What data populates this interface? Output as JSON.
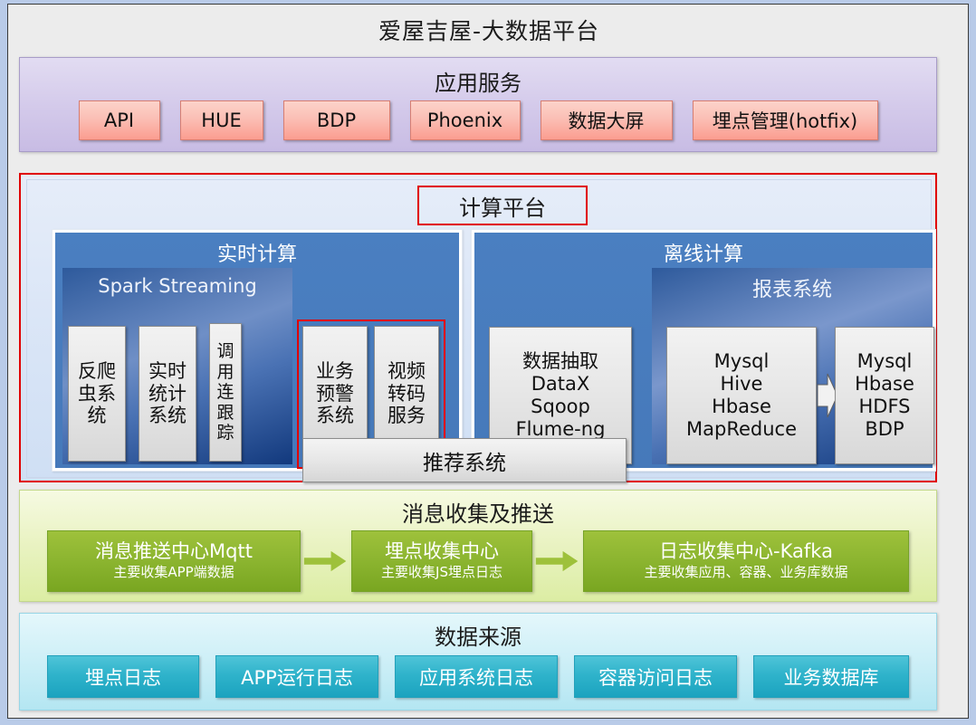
{
  "page": {
    "title": "爱屋吉屋-大数据平台"
  },
  "app_services": {
    "title": "应用服务",
    "items": [
      {
        "label": "API"
      },
      {
        "label": "HUE"
      },
      {
        "label": "BDP"
      },
      {
        "label": "Phoenix"
      },
      {
        "label": "数据大屏"
      },
      {
        "label": "埋点管理(hotfix)"
      }
    ]
  },
  "compute_platform": {
    "title": "计算平台",
    "realtime": {
      "heading": "实时计算",
      "spark_label": "Spark Streaming",
      "cards": [
        {
          "lines": [
            "反爬",
            "虫系",
            "统"
          ]
        },
        {
          "lines": [
            "实时",
            "统计",
            "系统"
          ]
        },
        {
          "lines": [
            "调",
            "用",
            "连",
            "跟",
            "踪"
          ]
        },
        {
          "lines": [
            "业务",
            "预警",
            "系统"
          ]
        },
        {
          "lines": [
            "视频",
            "转码",
            "服务"
          ]
        }
      ],
      "recommend_label": "推荐系统"
    },
    "offline": {
      "heading": "离线计算",
      "report_label": "报表系统",
      "cards": [
        {
          "lines": [
            "数据抽取",
            "DataX",
            "Sqoop",
            "Flume-ng"
          ]
        },
        {
          "lines": [
            "Mysql",
            "Hive",
            "Hbase",
            "MapReduce"
          ]
        },
        {
          "lines": [
            "Mysql",
            "Hbase",
            "HDFS",
            "BDP"
          ]
        }
      ]
    }
  },
  "message_collection": {
    "title": "消息收集及推送",
    "boxes": [
      {
        "main": "消息推送中心Mqtt",
        "sub": "主要收集APP端数据"
      },
      {
        "main": "埋点收集中心",
        "sub": "主要收集JS埋点日志"
      },
      {
        "main": "日志收集中心-Kafka",
        "sub": "主要收集应用、容器、业务库数据"
      }
    ]
  },
  "data_source": {
    "title": "数据来源",
    "items": [
      {
        "label": "埋点日志"
      },
      {
        "label": "APP运行日志"
      },
      {
        "label": "应用系统日志"
      },
      {
        "label": "容器访问日志"
      },
      {
        "label": "业务数据库"
      }
    ]
  },
  "colors": {
    "app_services_accent": "#fb9d90",
    "compute_border": "#e00000",
    "panel_blue": "#4a7fc1",
    "message_green": "#8cb530",
    "data_source_teal": "#2fb3cb"
  }
}
